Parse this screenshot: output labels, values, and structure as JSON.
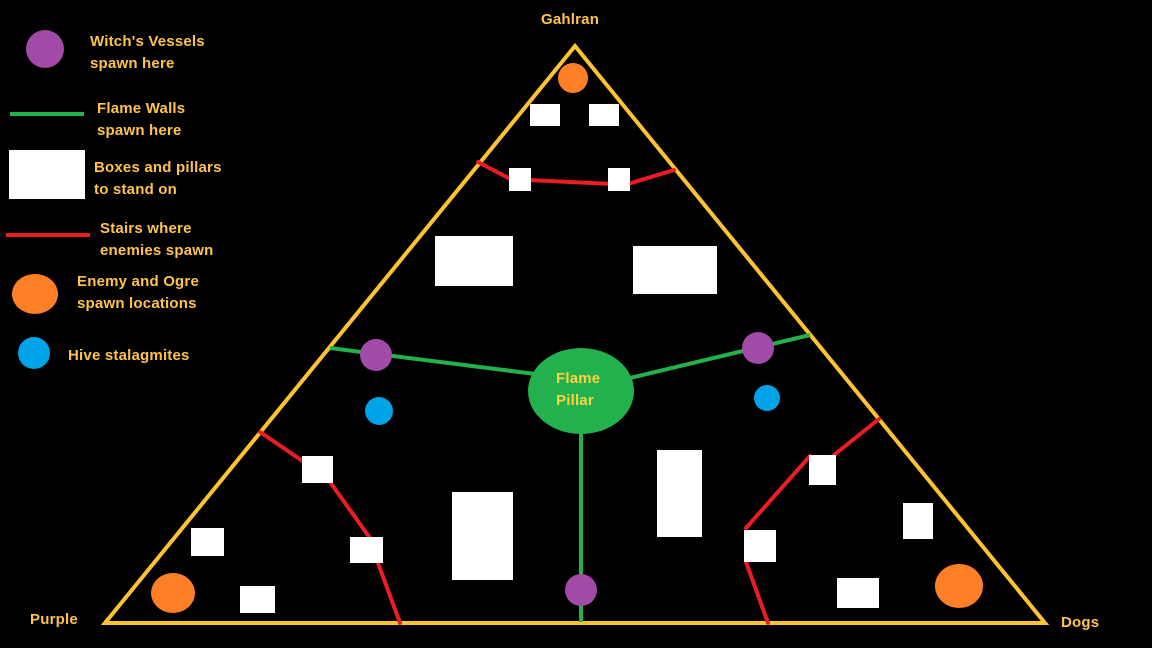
{
  "corners": {
    "top": "Gahlran",
    "left": "Purple",
    "right": "Dogs"
  },
  "legend": [
    {
      "id": "witch-vessel",
      "symbol": "purple-circle",
      "line1": "Witch's Vessels",
      "line2": "spawn here"
    },
    {
      "id": "flame-wall",
      "symbol": "green-line",
      "line1": "Flame Walls",
      "line2": "spawn here"
    },
    {
      "id": "box-pillar",
      "symbol": "white-box",
      "line1": "Boxes and pillars",
      "line2": "to stand on"
    },
    {
      "id": "stairs",
      "symbol": "red-line",
      "line1": "Stairs where",
      "line2": "enemies spawn"
    },
    {
      "id": "enemy-spawn",
      "symbol": "orange-circle",
      "line1": "Enemy and Ogre",
      "line2": "spawn locations"
    },
    {
      "id": "stalagmite",
      "symbol": "blue-circle",
      "line1": "Hive stalagmites",
      "line2": ""
    }
  ],
  "center": {
    "line1": "Flame",
    "line2": "Pillar"
  },
  "colors": {
    "background": "#000000",
    "arena_outline": "#ffc331",
    "label_text": "#ffc34d",
    "center_text": "#ffd23f",
    "witch_vessel": "#a24aa8",
    "flame_wall": "#22b14c",
    "box": "#ffffff",
    "stairs": "#ed1c24",
    "enemy_spawn": "#ff7f27",
    "stalagmite": "#00a2e8"
  }
}
